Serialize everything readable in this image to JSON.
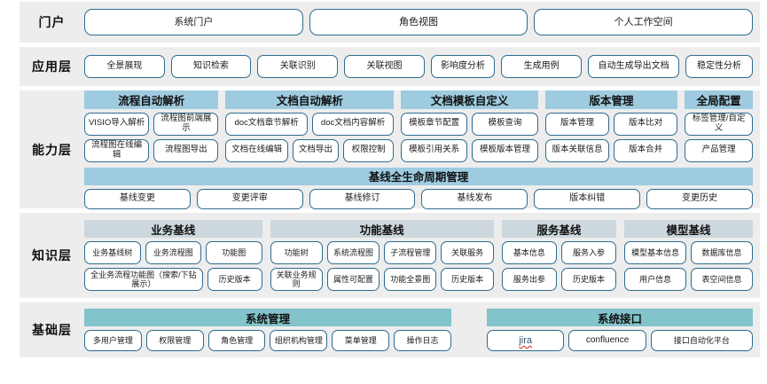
{
  "layers": [
    {
      "id": "portal",
      "label": "门户",
      "items": [
        "系统门户",
        "角色视图",
        "个人工作空间"
      ]
    },
    {
      "id": "application",
      "label": "应用层",
      "items": [
        "全景展现",
        "知识检索",
        "关联识别",
        "关联视图",
        "影响度分析",
        "生成用例",
        "自动生成导出文档",
        "稳定性分析"
      ]
    },
    {
      "id": "capability",
      "label": "能力层",
      "groups": [
        {
          "title": "流程自动解析",
          "rows": [
            [
              "VISIO导入解析",
              "流程图前端展示"
            ],
            [
              "流程图在线编辑",
              "流程图导出"
            ]
          ]
        },
        {
          "title": "文档自动解析",
          "rows": [
            [
              "doc文档章节解析",
              "doc文档内容解析"
            ],
            [
              "文档在线编辑",
              "文档导出",
              "权限控制"
            ]
          ]
        },
        {
          "title": "文档模板自定义",
          "rows": [
            [
              "模板章节配置",
              "模板查询"
            ],
            [
              "模板引用关系",
              "模板版本管理"
            ]
          ]
        },
        {
          "title": "版本管理",
          "rows": [
            [
              "版本管理",
              "版本比对"
            ],
            [
              "版本关联信息",
              "版本合并"
            ]
          ]
        },
        {
          "title": "全局配置",
          "rows": [
            [
              "标签管理/自定义"
            ],
            [
              "产品管理"
            ]
          ]
        }
      ],
      "lifecycle": {
        "title": "基线全生命周期管理",
        "items": [
          "基线变更",
          "变更评审",
          "基线修订",
          "基线发布",
          "版本纠错",
          "变更历史"
        ]
      }
    },
    {
      "id": "knowledge",
      "label": "知识层",
      "groups": [
        {
          "title": "业务基线",
          "rows": [
            [
              "业务基线树",
              "业务流程图",
              "功能图"
            ],
            [
              "全业务流程功能图（搜索/下钻展示）",
              "历史版本"
            ]
          ]
        },
        {
          "title": "功能基线",
          "rows": [
            [
              "功能树",
              "系统流程图",
              "子流程管理",
              "关联服务"
            ],
            [
              "关联业务规则",
              "属性可配置",
              "功能全景图",
              "历史版本"
            ]
          ]
        },
        {
          "title": "服务基线",
          "rows": [
            [
              "基本信息",
              "服务入参"
            ],
            [
              "服务出参",
              "历史版本"
            ]
          ]
        },
        {
          "title": "模型基线",
          "rows": [
            [
              "模型基本信息",
              "数据库信息"
            ],
            [
              "用户信息",
              "表空间信息"
            ]
          ]
        }
      ]
    },
    {
      "id": "base",
      "label": "基础层",
      "groups": [
        {
          "title": "系统管理",
          "rows": [
            [
              "多用户管理",
              "权限管理",
              "角色管理",
              "组织机构管理",
              "菜单管理",
              "操作日志"
            ]
          ]
        },
        {
          "title": "系统接口",
          "rows": [
            [
              "jira",
              "confluence",
              "接口自动化平台"
            ]
          ]
        }
      ]
    }
  ],
  "colors": {
    "band_bg": "#ededed",
    "page_bg": "#ffffff",
    "pill_border": "#2f6b8f",
    "capability_header": "#9ecbe0",
    "knowledge_header": "#ccd8de",
    "base_header": "#82c4ca",
    "jira_underline": "#d63b2f"
  }
}
